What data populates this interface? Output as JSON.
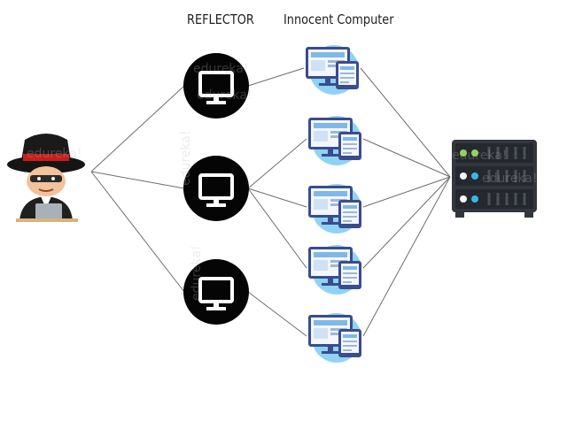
{
  "headings": {
    "reflector": "REFLECTOR",
    "innocent": "Innocent Computer"
  },
  "watermark": "edureka!",
  "nodes": {
    "attacker": {
      "icon": "hacker-icon"
    },
    "reflectors": [
      {
        "icon": "monitor-icon"
      },
      {
        "icon": "monitor-icon"
      },
      {
        "icon": "monitor-icon"
      }
    ],
    "innocent_computers": [
      {
        "icon": "computer-icon"
      },
      {
        "icon": "computer-icon"
      },
      {
        "icon": "computer-icon"
      },
      {
        "icon": "computer-icon"
      },
      {
        "icon": "computer-icon"
      }
    ],
    "target": {
      "icon": "server-icon"
    }
  },
  "edges": [
    [
      "attacker",
      "reflector-1"
    ],
    [
      "attacker",
      "reflector-2"
    ],
    [
      "attacker",
      "reflector-3"
    ],
    [
      "reflector-1",
      "innocent-1"
    ],
    [
      "reflector-2",
      "innocent-2"
    ],
    [
      "reflector-2",
      "innocent-3"
    ],
    [
      "reflector-2",
      "innocent-4"
    ],
    [
      "reflector-3",
      "innocent-5"
    ],
    [
      "innocent-1",
      "target"
    ],
    [
      "innocent-2",
      "target"
    ],
    [
      "innocent-3",
      "target"
    ],
    [
      "innocent-4",
      "target"
    ],
    [
      "innocent-5",
      "target"
    ]
  ],
  "colors": {
    "line": "#6e6e6e",
    "reflector_fill": "#050505",
    "monitor_body": "#3a4c8f",
    "monitor_screen": "#f3f6fb",
    "glow": "#8fd3f2",
    "server_body": "#33363c",
    "led_green": "#8fd45a",
    "led_cyan": "#38b6ea",
    "hat": "#1a1a1a",
    "hat_band": "#c81e1e"
  }
}
